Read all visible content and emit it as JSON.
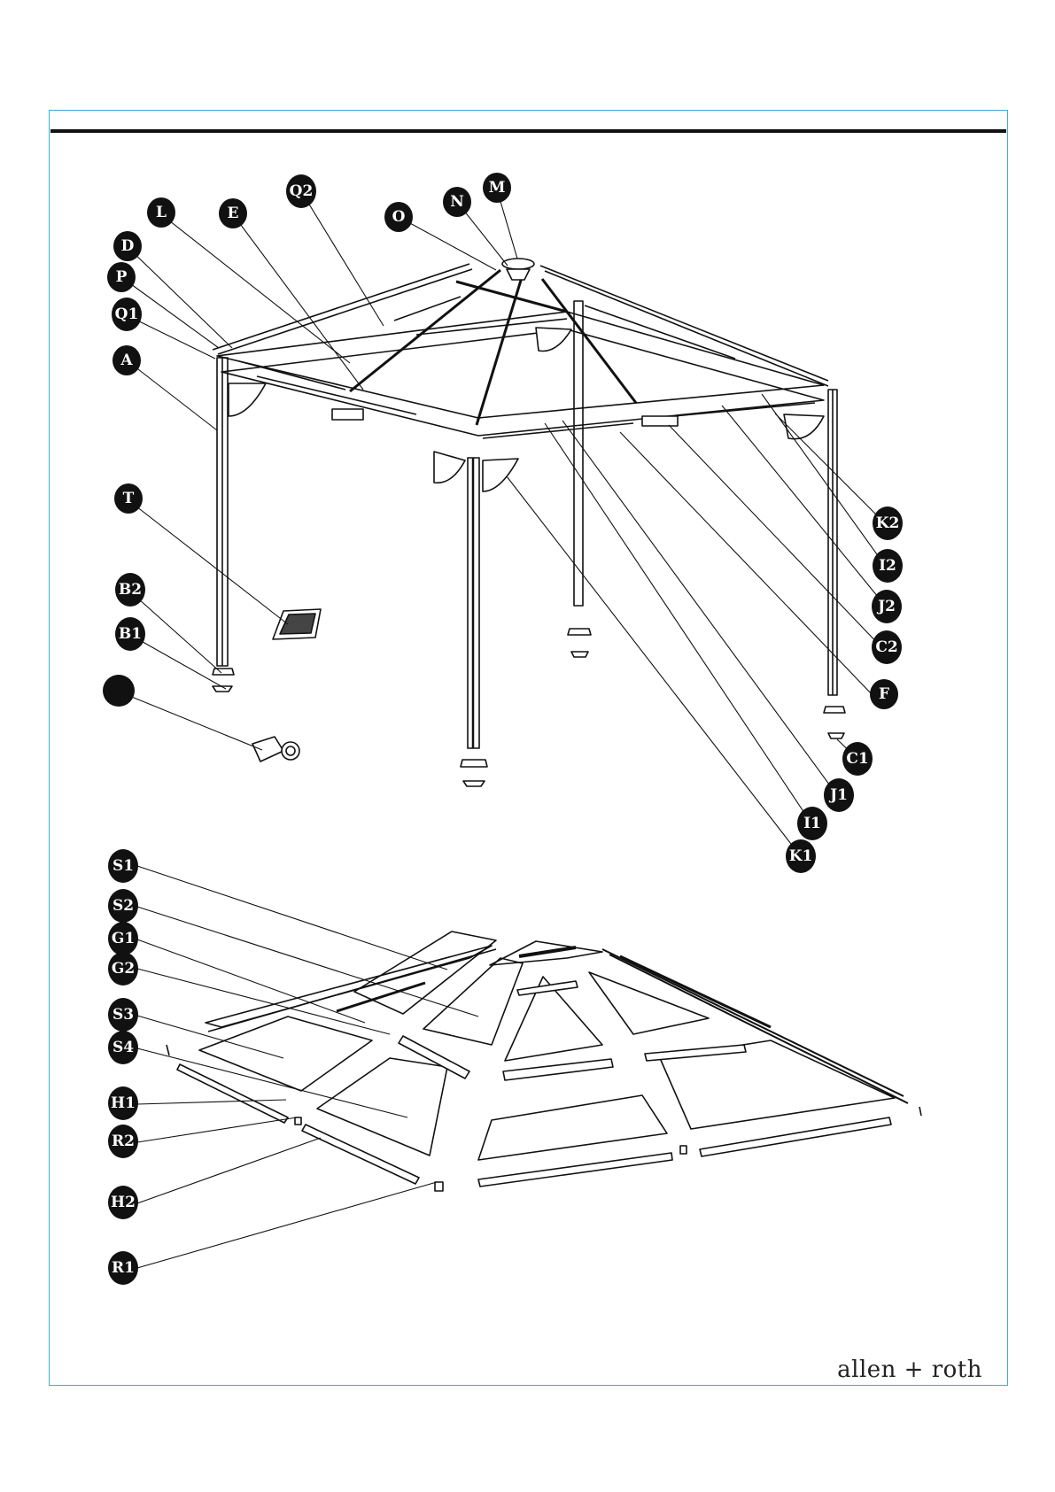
{
  "brand": {
    "text": "allen + roth"
  },
  "colors": {
    "frame": "#3fa9d8",
    "ink": "#111111",
    "badge_fill": "#111111",
    "badge_text": "#ffffff"
  },
  "labels": {
    "frame_parts": [
      "L",
      "E",
      "Q2",
      "O",
      "N",
      "M",
      "D",
      "P",
      "Q1",
      "A",
      "T",
      "B2",
      "B1",
      "K2",
      "I2",
      "J2",
      "C2",
      "F",
      "C1",
      "J1",
      "I1",
      "K1"
    ],
    "roof_parts": [
      "S1",
      "S2",
      "G1",
      "G2",
      "S3",
      "S4",
      "H1",
      "R2",
      "H2",
      "R1"
    ],
    "unlabeled_badge": ""
  }
}
